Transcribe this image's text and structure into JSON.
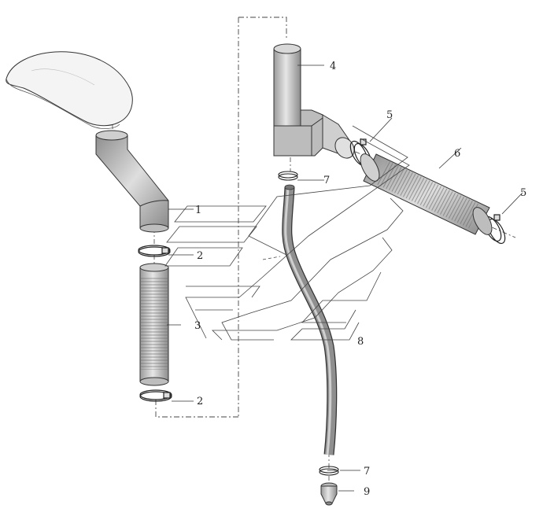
{
  "labels": {
    "p1": "1",
    "p2a": "2",
    "p2b": "2",
    "p3": "3",
    "p4": "4",
    "p5a": "5",
    "p5b": "5",
    "p6": "6",
    "p7a": "7",
    "p7b": "7",
    "p8": "8",
    "p9": "9"
  }
}
